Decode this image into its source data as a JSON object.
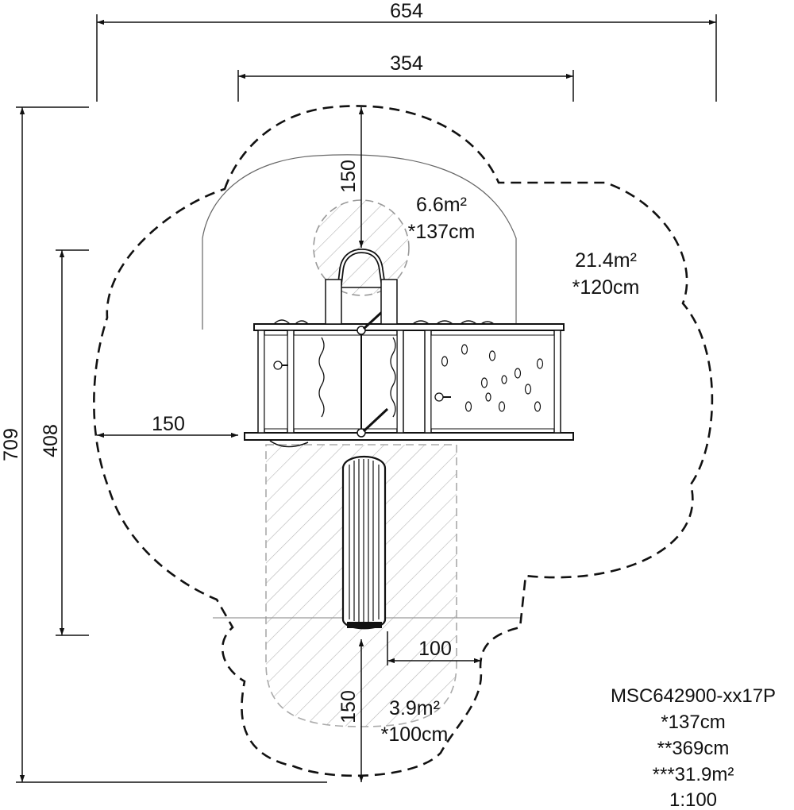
{
  "dimensions": {
    "overall_width": "654",
    "inner_width": "354",
    "overall_depth": "709",
    "structure_depth": "408",
    "left_clearance": "150",
    "top_clearance": "150",
    "bottom_clearance": "150",
    "slide_side_clearance": "100"
  },
  "zones": {
    "top_area": "6.6m²",
    "top_height": "*137cm",
    "main_area": "21.4m²",
    "main_height": "*120cm",
    "bottom_area": "3.9m²",
    "bottom_height": "*100cm"
  },
  "info_block": {
    "model": "MSC642900-xx17P",
    "line1": "*137cm",
    "line2": "**369cm",
    "line3": "***31.9m²",
    "scale": "1:100"
  },
  "colors": {
    "line": "#111111",
    "zone_grey": "#aaaaaa",
    "hatch": "#b0b0b0"
  }
}
